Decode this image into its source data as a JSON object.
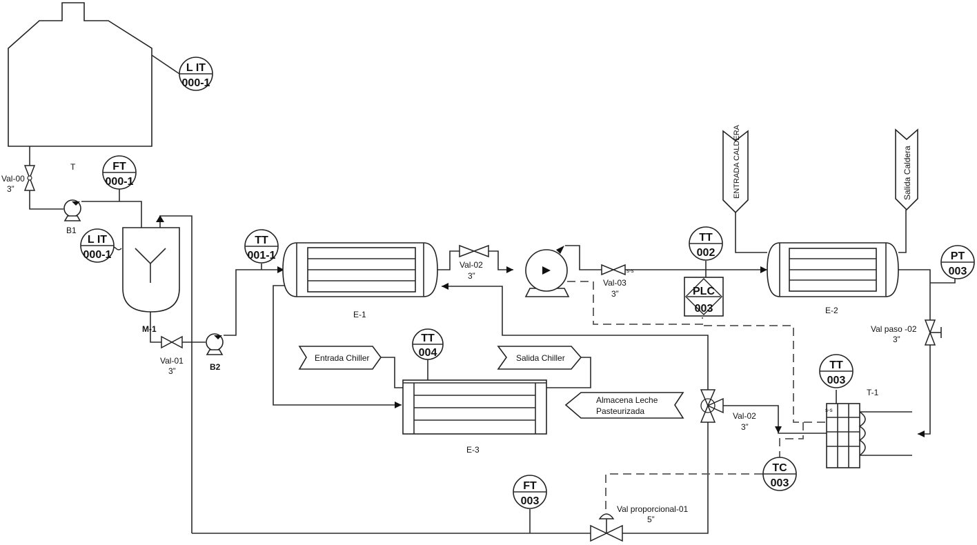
{
  "instruments": {
    "lit_tank": {
      "top": "L IT",
      "bottom": "000-1"
    },
    "ft_000": {
      "top": "FT",
      "bottom": "000-1"
    },
    "lit_mixer": {
      "top": "L IT",
      "bottom": "000-1"
    },
    "tt_001": {
      "top": "TT",
      "bottom": "001-1"
    },
    "tt_002": {
      "top": "TT",
      "bottom": "002"
    },
    "pt_003": {
      "top": "PT",
      "bottom": "003"
    },
    "tt_004": {
      "top": "TT",
      "bottom": "004"
    },
    "tt_003": {
      "top": "TT",
      "bottom": "003"
    },
    "tc_003": {
      "top": "TC",
      "bottom": "003"
    },
    "ft_003": {
      "top": "FT",
      "bottom": "003"
    },
    "plc": {
      "top": "PLC",
      "bottom": "003"
    }
  },
  "labels": {
    "tank": "T",
    "val00_name": "Val-00",
    "val00_size": "3”",
    "pump_b1": "B1",
    "mixer": "M-1",
    "val01_name": "Val-01",
    "val01_size": "3”",
    "pump_b2": "B2",
    "exchanger_e1": "E-1",
    "val02_top_name": "Val-02",
    "val02_top_size": "3”",
    "val03_name": "Val-03",
    "val03_size": "3”",
    "exchanger_e2": "E-2",
    "entrada_caldera": "ENTRADA CALDERA",
    "salida_caldera": "Salida Caldera",
    "val_paso_name": "Val paso -02",
    "val_paso_size": "3”",
    "entrada_chiller": "Entrada Chiller",
    "salida_chiller": "Salida Chiller",
    "almacena_line1": "Almacena Leche",
    "almacena_line2": "Pasteurizada",
    "exchanger_e3": "E-3",
    "val02_low_name": "Val-02",
    "val02_low_size": "3”",
    "tank_t1": "T-1",
    "val_prop_name": "Val proporcional-01",
    "val_prop_size": "5”",
    "signal_ss": "s-s"
  }
}
